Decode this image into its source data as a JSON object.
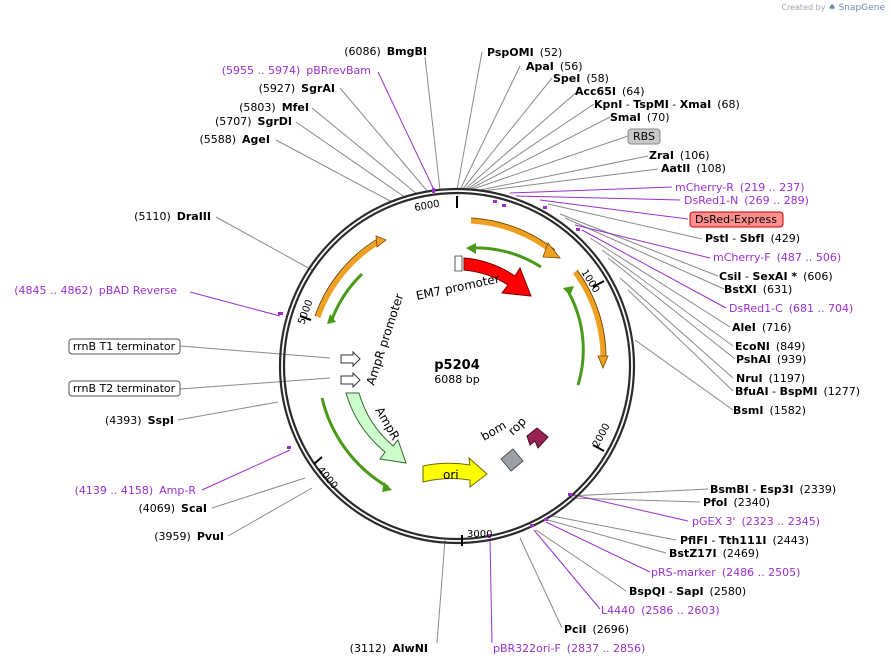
{
  "credit": {
    "prefix": "Created by",
    "brand": "SnapGene"
  },
  "plasmid": {
    "name": "p5204",
    "size": "6088 bp"
  },
  "ticks": [
    "1000",
    "2000",
    "3000",
    "4000",
    "5000",
    "6000"
  ],
  "features": {
    "em7": "EM7 promoter",
    "ampr_promoter": "AmpR promoter",
    "ampr": "AmpR",
    "ori": "ori",
    "bom": "bom",
    "rop": "rop"
  },
  "sites": [
    {
      "name": "BmgBI",
      "pos": "(6086)"
    },
    {
      "name": "SgrAI",
      "pos": "(5927)"
    },
    {
      "name": "MfeI",
      "pos": "(5803)"
    },
    {
      "name": "SgrDI",
      "pos": "(5707)"
    },
    {
      "name": "AgeI",
      "pos": "(5588)"
    },
    {
      "name": "DraIII",
      "pos": "(5110)"
    },
    {
      "name": "SspI",
      "pos": "(4393)"
    },
    {
      "name": "ScaI",
      "pos": "(4069)"
    },
    {
      "name": "PvuI",
      "pos": "(3959)"
    },
    {
      "name": "AlwNI",
      "pos": "(3112)"
    },
    {
      "name": "PspOMI",
      "pos": "(52)"
    },
    {
      "name": "ApaI",
      "pos": "(56)"
    },
    {
      "name": "SpeI",
      "pos": "(58)"
    },
    {
      "name": "Acc65I",
      "pos": "(64)"
    },
    {
      "name": "KpnI",
      "name2": "TspMI",
      "name3": "XmaI",
      "pos": "(68)"
    },
    {
      "name": "SmaI",
      "pos": "(70)"
    },
    {
      "name": "ZraI",
      "pos": "(106)"
    },
    {
      "name": "AatII",
      "pos": "(108)"
    },
    {
      "name": "PstI",
      "name2": "SbfI",
      "pos": "(429)"
    },
    {
      "name": "CsiI",
      "name2": "SexAI *",
      "pos": "(606)"
    },
    {
      "name": "BstXI",
      "pos": "(631)"
    },
    {
      "name": "AleI",
      "pos": "(716)"
    },
    {
      "name": "EcoNI",
      "pos": "(849)"
    },
    {
      "name": "PshAI",
      "pos": "(939)"
    },
    {
      "name": "NruI",
      "pos": "(1197)"
    },
    {
      "name": "BfuAI",
      "name2": "BspMI",
      "pos": "(1277)"
    },
    {
      "name": "BsmI",
      "pos": "(1582)"
    },
    {
      "name": "BsmBI",
      "name2": "Esp3I",
      "pos": "(2339)"
    },
    {
      "name": "PfoI",
      "pos": "(2340)"
    },
    {
      "name": "PflFI",
      "name2": "Tth111I",
      "pos": "(2443)"
    },
    {
      "name": "BstZ17I",
      "pos": "(2469)"
    },
    {
      "name": "BspQI",
      "name2": "SapI",
      "pos": "(2580)"
    },
    {
      "name": "PciI",
      "pos": "(2696)"
    }
  ],
  "primers": [
    {
      "name": "pBRrevBam",
      "range": "(5955 .. 5974)"
    },
    {
      "name": "pBAD Reverse",
      "range": "(4845 .. 4862)"
    },
    {
      "name": "Amp-R",
      "range": "(4139 .. 4158)"
    },
    {
      "name": "mCherry-R",
      "range": "(219 .. 237)"
    },
    {
      "name": "DsRed1-N",
      "range": "(269 .. 289)"
    },
    {
      "name": "mCherry-F",
      "range": "(487 .. 506)"
    },
    {
      "name": "DsRed1-C",
      "range": "(681 .. 704)"
    },
    {
      "name": "pGEX 3'",
      "range": "(2323 .. 2345)"
    },
    {
      "name": "pRS-marker",
      "range": "(2486 .. 2505)"
    },
    {
      "name": "L4440",
      "range": "(2586 .. 2603)"
    },
    {
      "name": "pBR322ori-F",
      "range": "(2837 .. 2856)"
    }
  ],
  "boxed": {
    "rbs": "RBS",
    "dsred": "DsRed-Express",
    "t1": "rrnB T1 terminator",
    "t2": "rrnB T2 terminator"
  },
  "colors": {
    "accent_purple": "#9b2fd0",
    "em7": "#ff0000",
    "ampr": "#ccffcc",
    "ori": "#ffff00",
    "rop": "#992255",
    "bom": "#9aa0a6",
    "orf_orange": "#f0a020",
    "orf_green": "#4a9a1a",
    "rbs_box": "#c8c8c8",
    "dsred_box": "#ff9090"
  }
}
